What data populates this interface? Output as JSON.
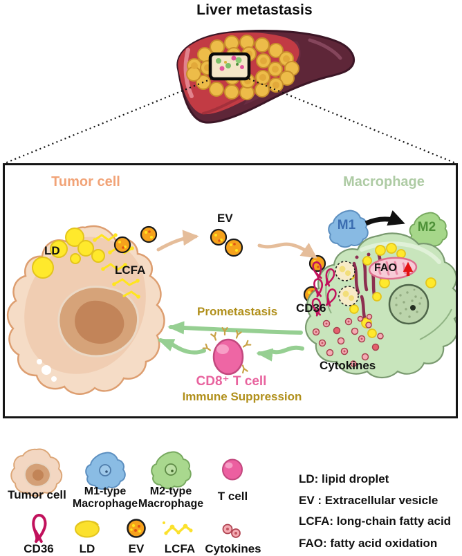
{
  "title": "Liver metastasis",
  "panel": {
    "tumor_cell_header": "Tumor cell",
    "macrophage_header": "Macrophage",
    "labels": {
      "ld": "LD",
      "lcfa": "LCFA",
      "ev": "EV",
      "m1": "M1",
      "m2": "M2",
      "fao": "FAO",
      "cd36": "CD36",
      "prometastasis": "Prometastasis",
      "cytokines": "Cytokines",
      "cd8_t_cell": "CD8⁺ T cell",
      "immune_suppression": "Immune Suppression"
    }
  },
  "legend": {
    "cells": [
      {
        "label": "Tumor cell"
      },
      {
        "label": "M1-type Macrophage"
      },
      {
        "label": "M2-type Macrophage"
      },
      {
        "label": "T cell"
      }
    ],
    "molecules": [
      {
        "label": "CD36"
      },
      {
        "label": "LD"
      },
      {
        "label": "EV"
      },
      {
        "label": "LCFA"
      },
      {
        "label": "Cytokines"
      }
    ],
    "definitions": [
      {
        "text": "LD: lipid droplet"
      },
      {
        "text": "EV : Extracellular vesicle"
      },
      {
        "text": "LCFA: long-chain fatty acid"
      },
      {
        "text": "FAO: fatty acid oxidation"
      }
    ]
  },
  "colors": {
    "tumor_header_text": "#F1A377",
    "macrophage_header_text": "#AECBA4",
    "gold_text": "#B08F1A",
    "cd8_text": "#E8639E",
    "green_arrow": "#96CF92",
    "tan_arrow": "#E5BD9A",
    "cd36_magenta": "#C1115C",
    "ld_yellow": "#FFE92C",
    "ev_orange": "#F6A21C",
    "liver_red": "#C23B44",
    "liver_dark": "#5E2638",
    "macrophage_green": "#C8E5BC",
    "fao_arrow_red": "#E31212"
  }
}
